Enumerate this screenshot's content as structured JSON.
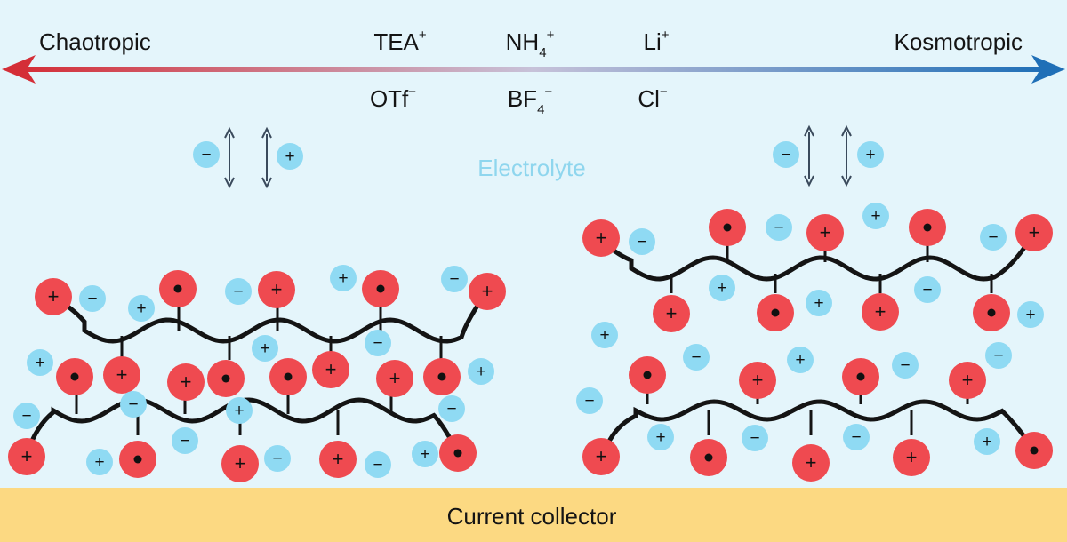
{
  "scale": {
    "left_label": "Chaotropic",
    "right_label": "Kosmotropic",
    "left_color": "#d42e37",
    "right_color": "#1f6fb7",
    "cations": [
      {
        "base": "TEA",
        "charge": "+"
      },
      {
        "base": "NH",
        "sub": "4",
        "charge": "+"
      },
      {
        "base": "Li",
        "charge": "+"
      }
    ],
    "anions": [
      {
        "base": "OTf",
        "charge": "−"
      },
      {
        "base": "BF",
        "sub": "4",
        "charge": "−"
      },
      {
        "base": "Cl",
        "charge": "−"
      }
    ]
  },
  "electrolyte_label": "Electrolyte",
  "collector_label": "Current collector",
  "symbols": {
    "plus": "+",
    "minus": "−"
  },
  "colors": {
    "background": "#e4f5fb",
    "fixed_charge": "#ef4a50",
    "mobile_ion": "#8fdaf3",
    "chain": "#141414",
    "collector": "#fcd982",
    "electrolyte_text": "#8fd6ee",
    "exchange_arrow": "#3a4a5c"
  }
}
